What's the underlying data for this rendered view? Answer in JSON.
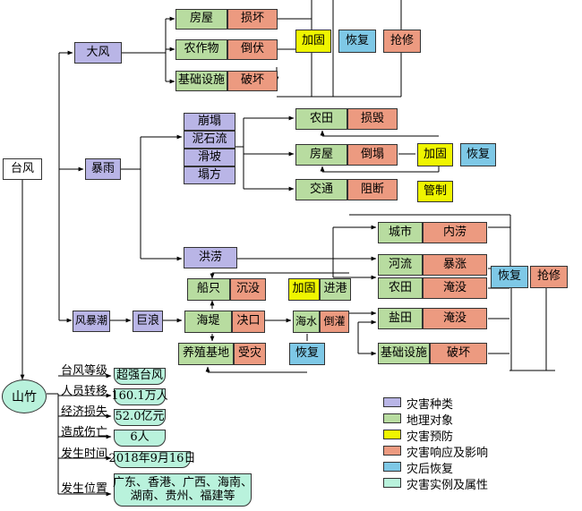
{
  "nodes": {
    "typhoon": "台风",
    "wind": "大风",
    "rain": "暴雨",
    "surge": "风暴潮",
    "big_wave": "巨浪",
    "flood": "洪涝",
    "collapse": "崩塌",
    "debris": "泥石流",
    "landslide": "滑坡",
    "subsidence": "塌方",
    "house": "房屋",
    "damaged": "损坏",
    "crop": "农作物",
    "lodged": "倒伏",
    "infra": "基础设施",
    "destroyed": "破坏",
    "reinforce": "加固",
    "recover": "恢复",
    "rescue": "抢修",
    "farmland": "农田",
    "ruined": "损毁",
    "collapsed": "倒塌",
    "traffic": "交通",
    "blocked": "阻断",
    "control": "管制",
    "city": "城市",
    "waterlogged": "内涝",
    "river": "河流",
    "surging": "暴涨",
    "flooded": "淹没",
    "saltfield": "盐田",
    "boat": "船只",
    "sunk": "沉没",
    "enter_port": "进港",
    "seawall": "海堤",
    "breach": "决口",
    "seawater": "海水",
    "backflow": "倒灌",
    "aquafarm": "养殖基地",
    "affected": "受灾"
  },
  "instance": {
    "name": "山竹",
    "attributes": [
      {
        "label": "台风等级",
        "value": "超强台风"
      },
      {
        "label": "人员转移",
        "value": "160.1万人"
      },
      {
        "label": "经济损失",
        "value": "52.0亿元"
      },
      {
        "label": "造成伤亡",
        "value": "6人"
      },
      {
        "label": "发生时间",
        "value": "2018年9月16日"
      },
      {
        "label": "发生位置",
        "value": "广东、香港、广西、海南、",
        "value2": "湖南、贵州、福建等"
      }
    ]
  },
  "legend": [
    {
      "label": "灾害种类",
      "color": "#b9b5e6"
    },
    {
      "label": "地理对象",
      "color": "#b8dca0"
    },
    {
      "label": "灾害预防",
      "color": "#eff500"
    },
    {
      "label": "灾害响应及影响",
      "color": "#ec9a80"
    },
    {
      "label": "灾后恢复",
      "color": "#7ec8e6"
    },
    {
      "label": "灾害实例及属性",
      "color": "#b9f2dc"
    }
  ]
}
